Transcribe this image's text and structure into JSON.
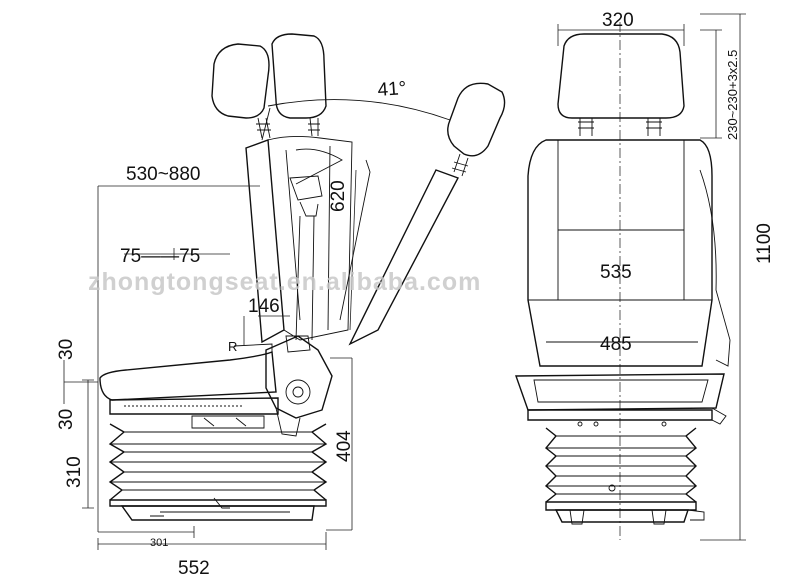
{
  "watermark": "zhongtongseat.en.alibaba.com",
  "side_view": {
    "recline_angle": "41°",
    "backrest_height_range": "530~880",
    "backrest_length": "620",
    "fore_aft": "75——75",
    "armrest_offset": "146",
    "height_adj_up": "30",
    "height_adj_down": "30",
    "suspension_height": "310",
    "seat_height": "404",
    "rail_length": "301",
    "overall_depth": "552",
    "marker_r": "R"
  },
  "front_view": {
    "headrest_width": "320",
    "headrest_adjust": "230~230+3x2.5",
    "overall_height": "1100",
    "backrest_width": "535",
    "cushion_width": "485"
  }
}
